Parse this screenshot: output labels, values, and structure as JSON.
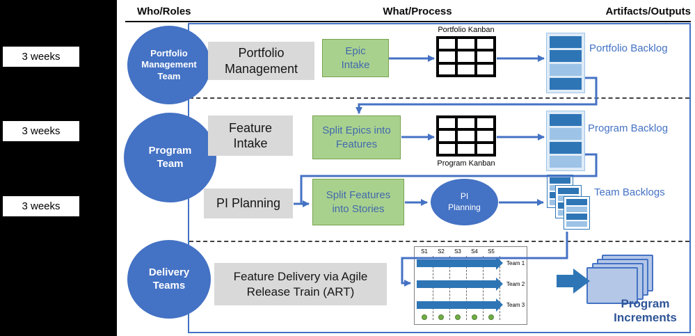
{
  "headers": {
    "who_roles": "Who/Roles",
    "what_process": "What/Process",
    "artifacts_outputs": "Artifacts/Outputs"
  },
  "timeline": {
    "items": [
      {
        "label": "3 weeks"
      },
      {
        "label": "3 weeks"
      },
      {
        "label": "3 weeks"
      }
    ]
  },
  "lanes": {
    "portfolio": {
      "role": "Portfolio Management Team",
      "process": "Portfolio Management",
      "activity": "Epic Intake",
      "kanban_label": "Portfolio Kanban",
      "artifact": "Portfolio Backlog"
    },
    "program": {
      "role": "Program Team",
      "process": "Feature Intake",
      "activity": "Split Epics into Features",
      "kanban_label": "Program Kanban",
      "artifact": "Program Backlog"
    },
    "pi": {
      "process": "PI Planning",
      "activity": "Split Features into Stories",
      "event": "PI Planning",
      "artifact": "Team Backlogs"
    },
    "delivery": {
      "role": "Delivery Teams",
      "process": "Feature Delivery via Agile Release Train (ART)",
      "sprints": [
        "S1",
        "S2",
        "S3",
        "S4",
        "S5"
      ],
      "teams": [
        "Team 1",
        "Team 2",
        "Team 3"
      ],
      "artifact": "Program Increments"
    }
  },
  "icons": {
    "portfolio_kanban": "3x3-black-grid",
    "program_kanban": "3x3-black-grid",
    "portfolio_backlog": "stacked-bars",
    "program_backlog": "stacked-bars",
    "team_backlogs": "stacked-cards",
    "program_increments": "stacked-documents",
    "flow_arrow": "block-arrow-right"
  },
  "colors": {
    "accent_blue": "#4472C4",
    "dark_blue": "#2E75B6",
    "light_blue": "#9DC3E6",
    "pale_blue": "#B4C7E7",
    "green_fill": "#A9D18E",
    "green_border": "#70AD47",
    "gray_fill": "#D9D9D9",
    "dot_green": "#70AD47"
  }
}
